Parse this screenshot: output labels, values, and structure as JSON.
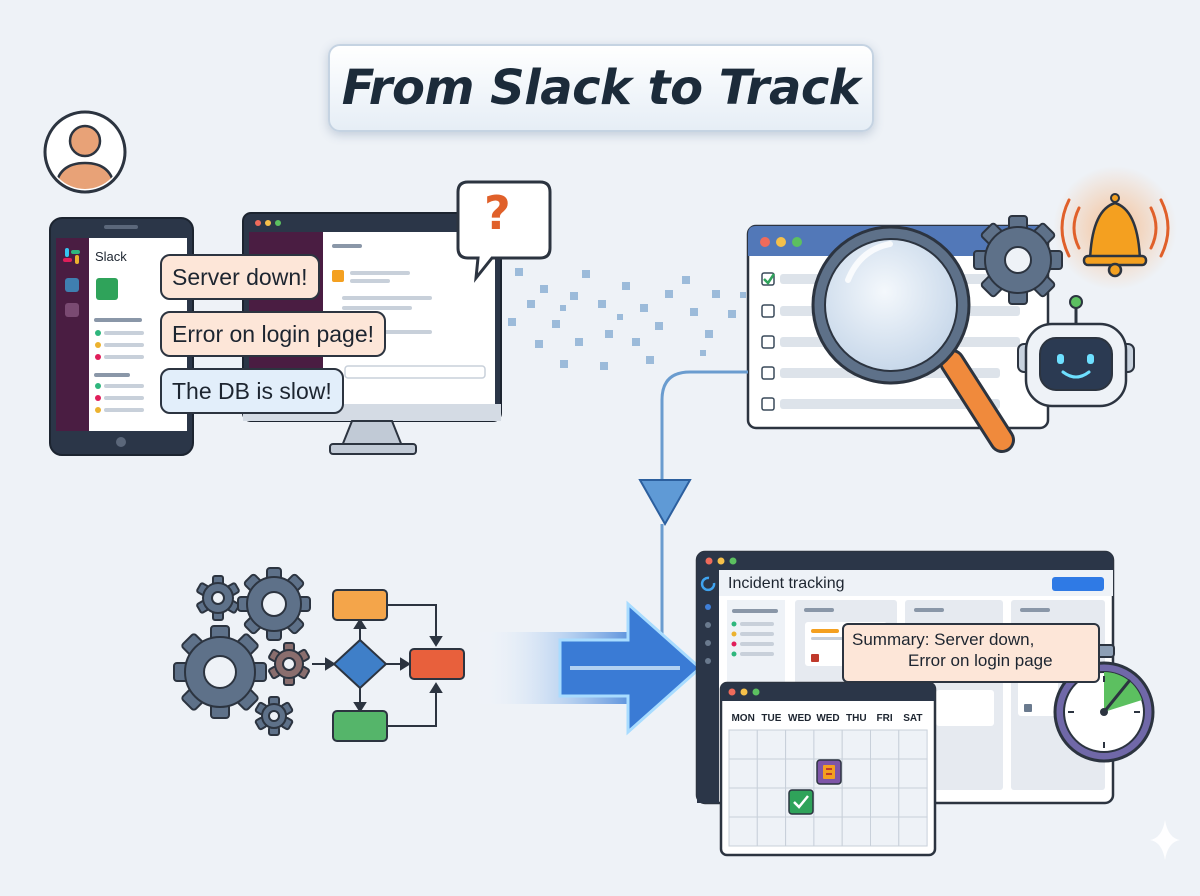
{
  "title": "From Slack to Track",
  "slack": {
    "app_name": "Slack",
    "messages": [
      "Server down!",
      "Error on login page!",
      "The DB is slow!"
    ]
  },
  "question_mark": "?",
  "tracker": {
    "title": "Incident tracking",
    "summary_line1": "Summary: Server down,",
    "summary_line2": "Error on login page"
  },
  "calendar": {
    "days": [
      "MON",
      "TUE",
      "WED",
      "WED",
      "THU",
      "FRI",
      "SAT"
    ]
  },
  "colors": {
    "bubble_orange": "#fde6d8",
    "bubble_blue": "#e2eefa",
    "slack_sidebar": "#4a1d42",
    "accent_blue": "#2f7ae5",
    "arrow_blue": "#3a7bd5",
    "alert_orange": "#f4a020",
    "gear": "#5e7189"
  }
}
